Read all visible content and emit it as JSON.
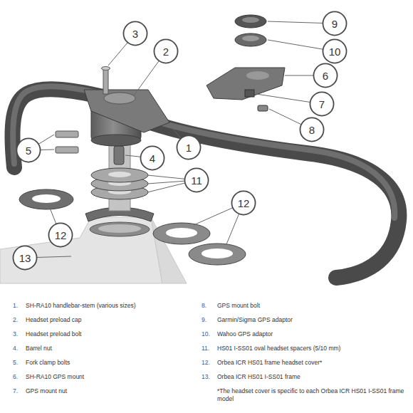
{
  "diagram": {
    "nodes": [
      {
        "text": [
          "9"
        ]
      },
      {
        "text": [
          "3"
        ]
      },
      {
        "text": [
          "2"
        ]
      },
      {
        "text": [
          "10"
        ]
      },
      {
        "text": [
          "6"
        ]
      },
      {
        "text": [
          "7"
        ]
      },
      {
        "text": [
          "8"
        ]
      },
      {
        "text": [
          "1"
        ]
      },
      {
        "text": [
          "5"
        ]
      },
      {
        "text": [
          "4"
        ]
      },
      {
        "text": [
          "11"
        ]
      },
      {
        "text": [
          "12"
        ]
      },
      {
        "text": [
          "12"
        ]
      },
      {
        "text": [
          "13"
        ]
      }
    ],
    "labels": [
      "1.",
      "SH-RA10 handlebar-stem (various sizes)",
      "8.",
      "GPS mount bolt",
      "2.",
      "Headset preload cap",
      "9.",
      "Garmin/Sigma GPS adaptor",
      "3.",
      "Headset preload bolt",
      "10.",
      "Wahoo GPS adaptor",
      "4.",
      "Barrel nut",
      "11.",
      "HS01 I-SS01 oval headset spacers (5/10 mm)",
      "5.",
      "Fork clamp bolts",
      "12.",
      "Orbea ICR HS01 frame headset cover*",
      "6.",
      "SH-RA10 GPS mount",
      "13.",
      "Orbea ICR HS01 I-SS01 frame",
      "7.",
      "GPS mount nut",
      "*The headset cover is specific to each Orbea ICR HS01 I-SS01 frame model"
    ]
  }
}
